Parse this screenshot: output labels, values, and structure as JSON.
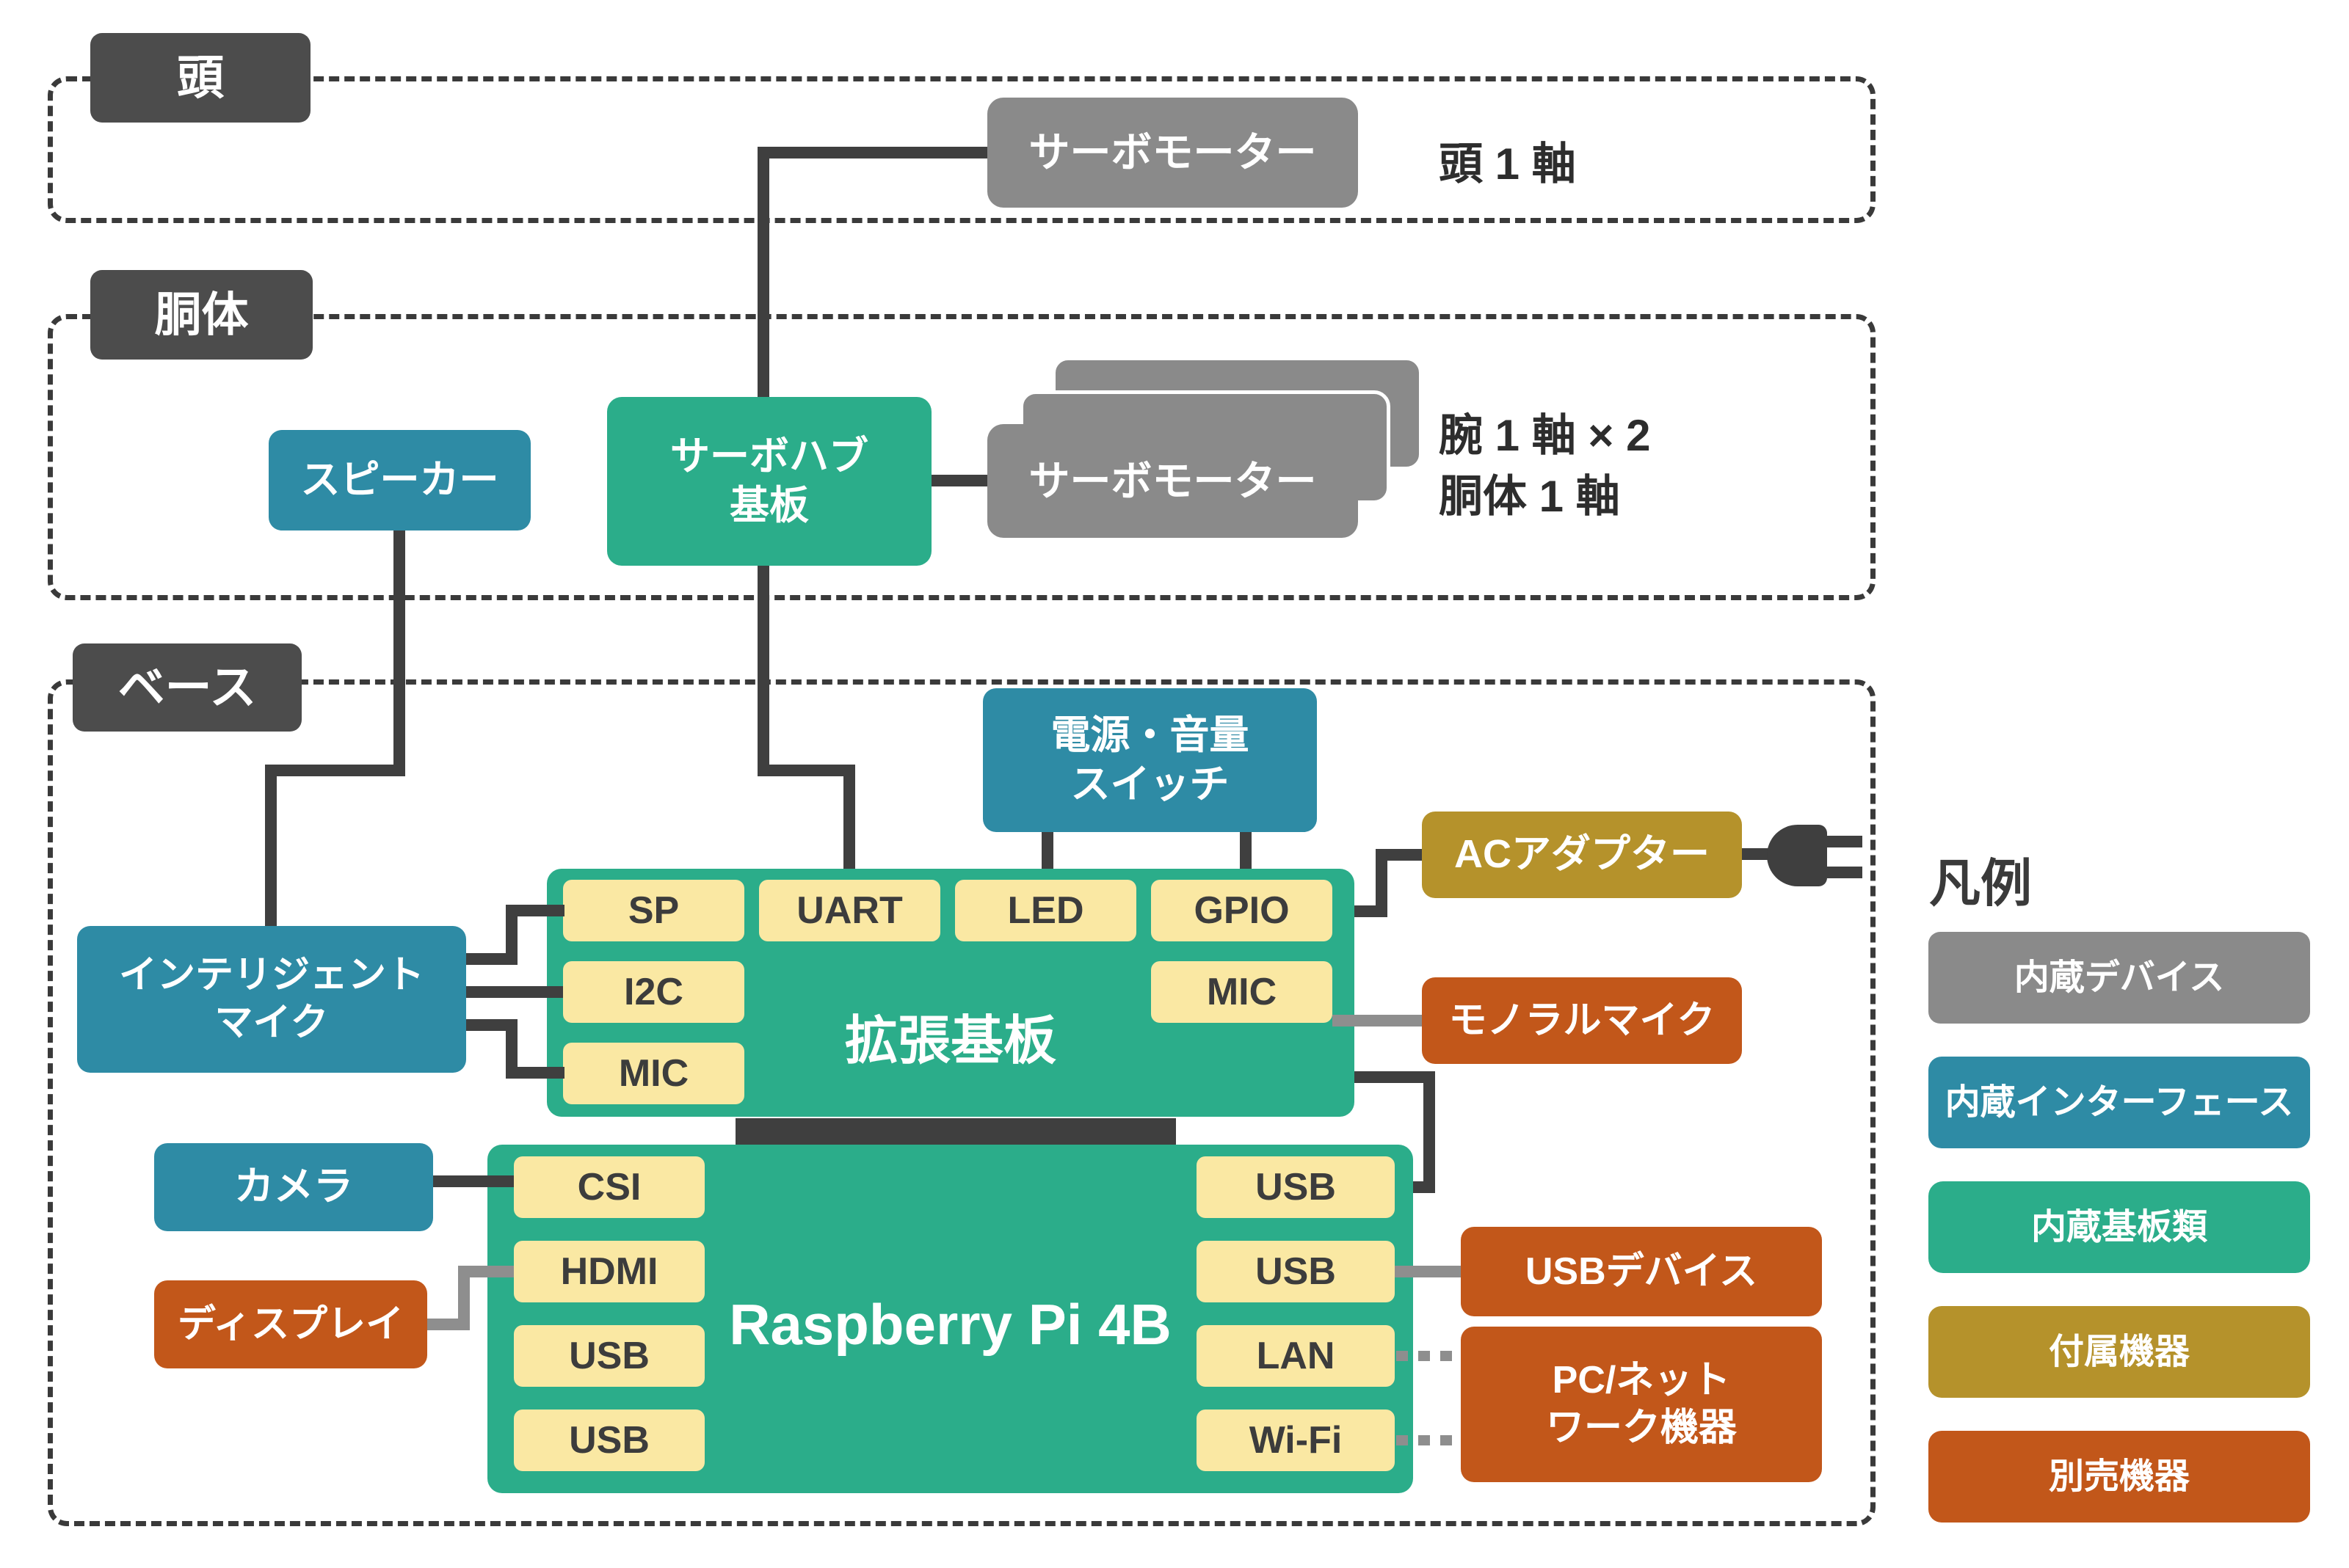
{
  "palette": {
    "section_label_bg": "#4C4C4C",
    "builtin_device_gray": "#8A8A8A",
    "builtin_interface_teal": "#2E8BA5",
    "builtin_board_green": "#2BAD8A",
    "bundled_gold": "#B5922B",
    "optional_orange": "#C2571A",
    "port_chip_cream": "#FAE8A3",
    "connector_dark": "#3F3F3F",
    "connector_gray": "#8E8E8E"
  },
  "sections": {
    "head": {
      "label": "頭",
      "servo": "サーボモーター",
      "note": "頭 1 軸"
    },
    "torso": {
      "label": "胴体",
      "speaker": "スピーカー",
      "servo_hub_line1": "サーボハブ",
      "servo_hub_line2": "基板",
      "servo": "サーボモーター",
      "note_line1": "腕 1 軸 × 2",
      "note_line2": "胴体 1 軸"
    },
    "base": {
      "label": "ベース"
    }
  },
  "base_items": {
    "power_switch_line1": "電源・音量",
    "power_switch_line2": "スイッチ",
    "ac_adapter": "ACアダプター",
    "mono_mic": "モノラルマイク",
    "intelligent_mic_line1": "インテリジェント",
    "intelligent_mic_line2": "マイク",
    "camera": "カメラ",
    "display": "ディスプレイ",
    "usb_device": "USBデバイス",
    "pc_network_line1": "PC/ネット",
    "pc_network_line2": "ワーク機器"
  },
  "expansion_board": {
    "title": "拡張基板",
    "ports": {
      "sp": "SP",
      "uart": "UART",
      "led": "LED",
      "gpio": "GPIO",
      "i2c": "I2C",
      "mic": "MIC",
      "mic_right": "MIC"
    }
  },
  "raspberry_pi": {
    "title": "Raspberry Pi 4B",
    "ports_left": [
      "CSI",
      "HDMI",
      "USB",
      "USB"
    ],
    "ports_right": [
      "USB",
      "USB",
      "LAN",
      "Wi-Fi"
    ]
  },
  "legend": {
    "title": "凡例",
    "items": [
      {
        "label": "内蔵デバイス",
        "color": "#8A8A8A"
      },
      {
        "label": "内蔵インターフェース",
        "color": "#2E8BA5"
      },
      {
        "label": "内蔵基板類",
        "color": "#2BAD8A"
      },
      {
        "label": "付属機器",
        "color": "#B5922B"
      },
      {
        "label": "別売機器",
        "color": "#C2571A"
      }
    ]
  }
}
